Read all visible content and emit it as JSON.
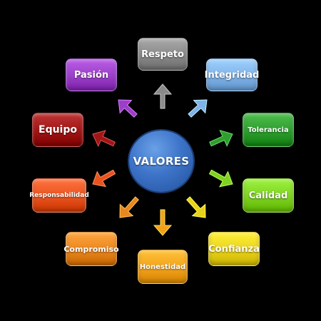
{
  "center": {
    "label": "VALORES",
    "color": "#3d74c9"
  },
  "values": [
    {
      "id": "respeto",
      "label": "Respeto",
      "color": "#8a8a8a"
    },
    {
      "id": "integridad",
      "label": "Integridad",
      "color": "#7fb2e8"
    },
    {
      "id": "tolerancia",
      "label": "Tolerancia",
      "color": "#2e9e2e"
    },
    {
      "id": "calidad",
      "label": "Calidad",
      "color": "#7ed321"
    },
    {
      "id": "confianza",
      "label": "Confianza",
      "color": "#e8d21a"
    },
    {
      "id": "honestidad",
      "label": "Honestidad",
      "color": "#f2a21a"
    },
    {
      "id": "compromiso",
      "label": "Compromiso",
      "color": "#e8861f"
    },
    {
      "id": "responsabilidad",
      "label": "Responsabilidad",
      "color": "#e8531f"
    },
    {
      "id": "equipo",
      "label": "Equipo",
      "color": "#a01515"
    },
    {
      "id": "pasion",
      "label": "Pasión",
      "color": "#9b3fc9"
    }
  ]
}
